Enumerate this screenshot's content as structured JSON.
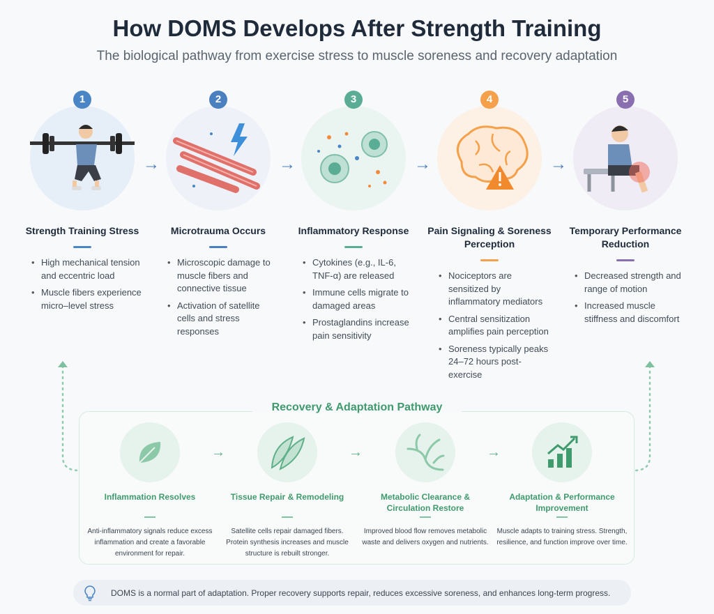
{
  "title": "How DOMS Develops After Strength Training",
  "subtitle": "The biological pathway from exercise stress to muscle soreness and recovery adaptation",
  "steps": [
    {
      "num": "1",
      "title": "Strength Training Stress",
      "color": "#4a86c5",
      "bg": "#e6eef8",
      "icon": "weightlifter-squat-icon",
      "bullets": [
        "High mechanical tension and eccentric load",
        "Muscle fibers experience micro–level stress"
      ]
    },
    {
      "num": "2",
      "title": "Microtrauma Occurs",
      "color": "#4a7fc0",
      "bg": "#eef1f8",
      "icon": "muscle-fiber-lightning-icon",
      "bullets": [
        "Microscopic damage to muscle fibers and connective tissue",
        "Activation of satellite cells and stress responses"
      ]
    },
    {
      "num": "3",
      "title": "Inflammatory Response",
      "color": "#5aac95",
      "bg": "#eaf4f0",
      "icon": "immune-cells-icon",
      "bullets": [
        "Cytokines (e.g., IL-6, TNF-α) are released",
        "Immune cells migrate to damaged areas",
        "Prostaglandins increase pain sensitivity"
      ]
    },
    {
      "num": "4",
      "title": "Pain Signaling & Soreness Perception",
      "color": "#f5a04a",
      "bg": "#fdf0e4",
      "icon": "brain-warning-icon",
      "bullets": [
        "Nociceptors are sensitized by inflammatory mediators",
        "Central sensitization amplifies pain perception",
        "Soreness typically peaks 24–72 hours post-exercise"
      ]
    },
    {
      "num": "5",
      "title": "Temporary Performance Reduction",
      "color": "#8a6fb0",
      "bg": "#f0ecf5",
      "icon": "sore-knee-person-icon",
      "bullets": [
        "Decreased strength and range of motion",
        "Increased muscle stiffness and discomfort"
      ]
    }
  ],
  "recovery": {
    "title": "Recovery & Adaptation Pathway",
    "color": "#3f9a6e",
    "items": [
      {
        "title": "Inflammation Resolves",
        "icon": "leaf-icon",
        "desc": "Anti-inflammatory signals reduce excess inflammation and create a favorable environment for repair."
      },
      {
        "title": "Tissue Repair & Remodeling",
        "icon": "muscle-fibers-icon",
        "desc": "Satellite cells repair damaged fibers. Protein synthesis increases and muscle structure is rebuilt stronger."
      },
      {
        "title": "Metabolic Clearance & Circulation Restore",
        "icon": "blood-vessels-icon",
        "desc": "Improved blood flow removes metabolic waste and delivers oxygen and nutrients."
      },
      {
        "title": "Adaptation & Performance Improvement",
        "icon": "growth-chart-icon",
        "desc": "Muscle adapts to training stress. Strength, resilience, and function improve over time."
      }
    ]
  },
  "footer": "DOMS is a normal part of adaptation. Proper recovery supports repair, reduces excessive soreness, and enhances long-term progress."
}
